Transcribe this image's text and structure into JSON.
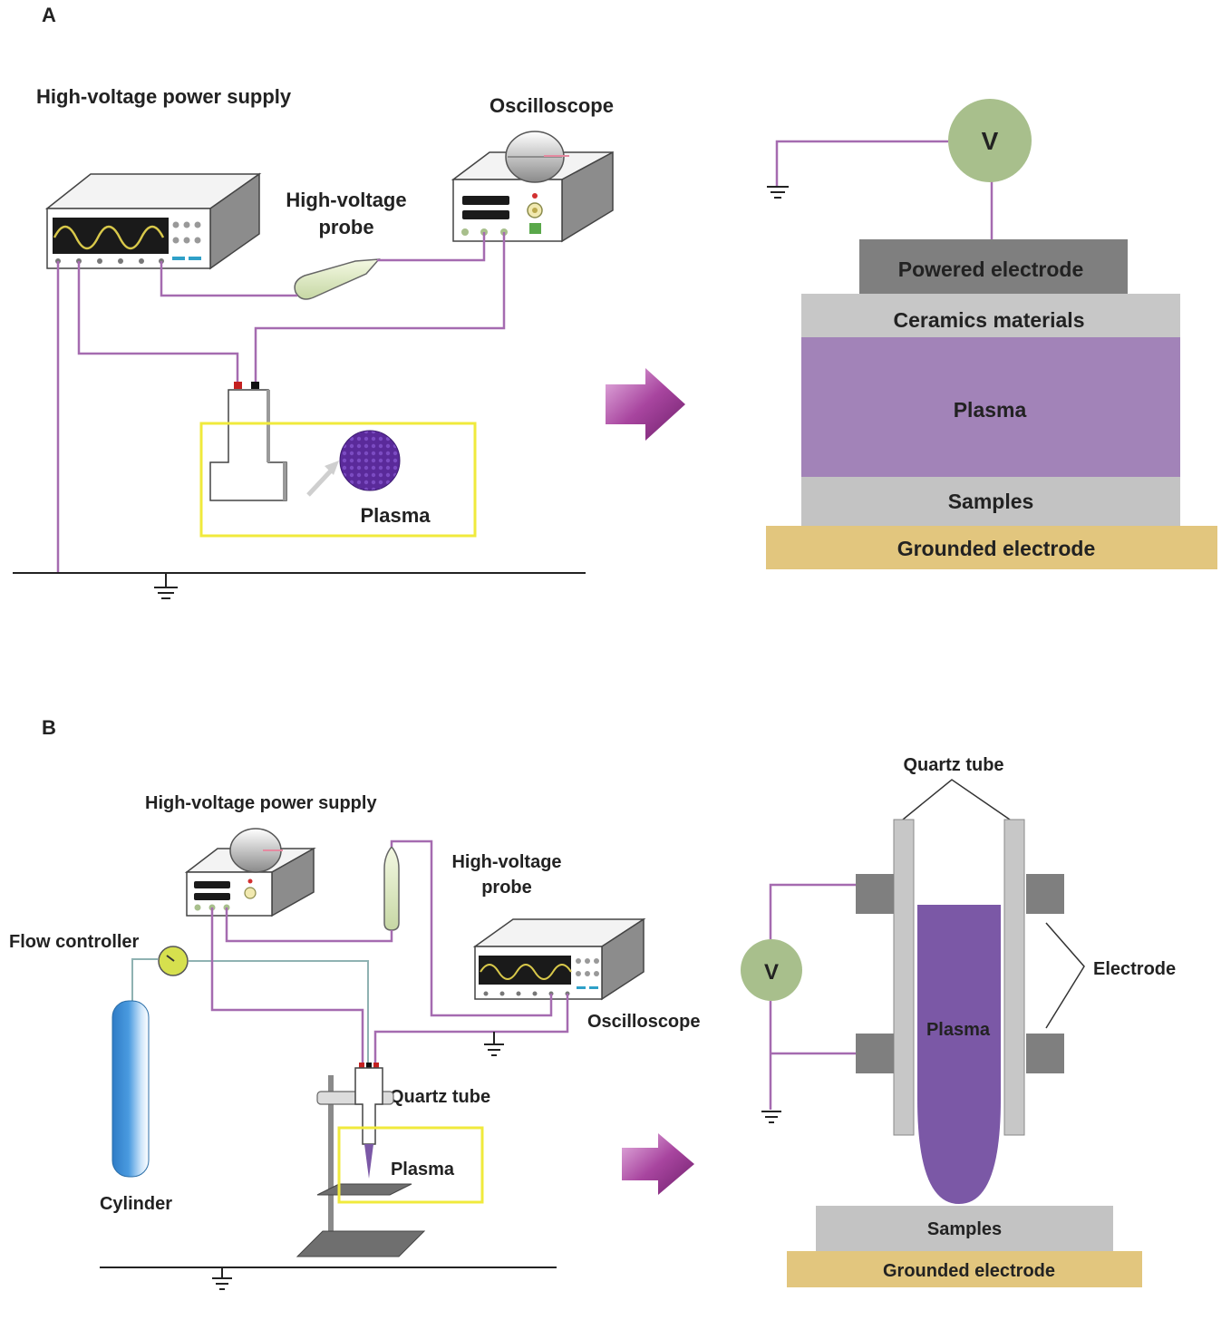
{
  "panel_a": {
    "letter": "A",
    "power_supply_label": "High-voltage power supply",
    "oscilloscope_label": "Oscilloscope",
    "probe_label_line1": "High-voltage",
    "probe_label_line2": "probe",
    "plasma_label": "Plasma",
    "voltmeter_symbol": "V",
    "layers": {
      "powered_electrode": "Powered electrode",
      "ceramics": "Ceramics materials",
      "plasma": "Plasma",
      "samples": "Samples",
      "grounded_electrode": "Grounded electrode"
    }
  },
  "panel_b": {
    "letter": "B",
    "power_supply_label": "High-voltage power supply",
    "probe_label_line1": "High-voltage",
    "probe_label_line2": "probe",
    "flow_controller_label": "Flow controller",
    "cylinder_label": "Cylinder",
    "oscilloscope_label": "Oscilloscope",
    "quartz_tube_label": "Quartz tube",
    "plasma_label": "Plasma",
    "voltmeter_symbol": "V",
    "quartz_tube_title": "Quartz tube",
    "electrode_label": "Electrode",
    "jet_plasma_label": "Plasma",
    "samples_label": "Samples",
    "grounded_electrode_label": "Grounded electrode"
  },
  "colors": {
    "wire": "#a56bb0",
    "plasma_layer": "#a283b8",
    "plasma_jet": "#7b58a6",
    "grounded_electrode": "#e2c67e",
    "powered_electrode": "#7f7f7f",
    "ceramics": "#c7c7c7",
    "samples": "#c3c3c3",
    "voltmeter": "#a8bf8c",
    "highlight_box": "#f0ea3c",
    "arrow": "#9a3b95"
  }
}
